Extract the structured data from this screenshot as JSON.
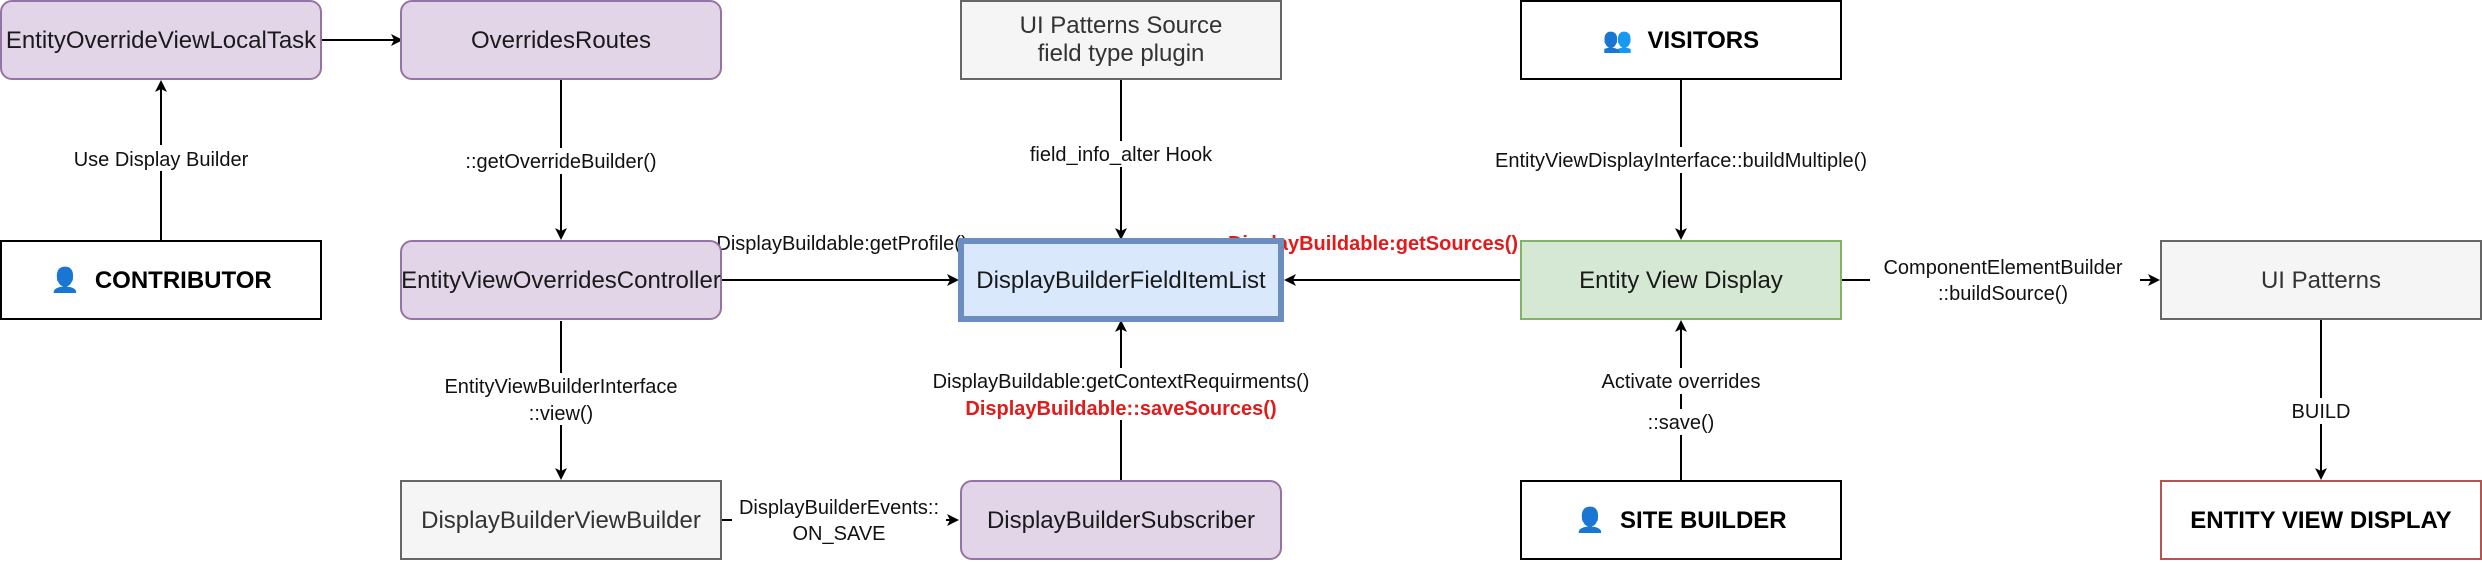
{
  "colors": {
    "purple_fill": "#e1d5e7",
    "purple_stroke": "#9673a6",
    "blue_fill": "#dae8fc",
    "blue_stroke": "#6c8ebf",
    "green_fill": "#d5e8d4",
    "green_stroke": "#82b366",
    "grey_fill": "#f5f5f5",
    "grey_stroke": "#666666",
    "white_fill": "#ffffff",
    "black_stroke": "#000000",
    "red_stroke": "#b85450",
    "red_text": "#e01b1b"
  },
  "nodes": {
    "local_task": {
      "label": "EntityOverrideViewLocalTask"
    },
    "overrides_routes": {
      "label": "OverridesRoutes"
    },
    "ui_patterns_source": {
      "line1": "UI Patterns Source",
      "line2": "field type plugin"
    },
    "visitors": {
      "icon": "👥",
      "label": "VISITORS"
    },
    "contributor": {
      "icon": "👤",
      "label": "CONTRIBUTOR"
    },
    "overrides_controller": {
      "label": "EntityViewOverridesController"
    },
    "field_item_list": {
      "label": "DisplayBuilderFieldItemList"
    },
    "entity_view_display": {
      "label": "Entity View Display"
    },
    "ui_patterns": {
      "label": "UI Patterns"
    },
    "view_builder": {
      "label": "DisplayBuilderViewBuilder"
    },
    "subscriber": {
      "label": "DisplayBuilderSubscriber"
    },
    "site_builder": {
      "icon": "👤",
      "label": "SITE BUILDER"
    },
    "entity_view_display_out": {
      "label": "ENTITY VIEW DISPLAY"
    }
  },
  "edges": {
    "use_display_builder": "Use Display Builder",
    "get_override_builder": "::getOverrideBuilder()",
    "field_info_alter": "field_info_alter Hook",
    "build_multiple": "EntityViewDisplayInterface::buildMultiple()",
    "get_profile": "DisplayBuildable:getProfile()",
    "get_sources": "DisplayBuildable:getSources()",
    "component_builder_1": "ComponentElementBuilder",
    "component_builder_2": "::buildSource()",
    "view_1": "EntityViewBuilderInterface",
    "view_2": "::view()",
    "get_context": "DisplayBuildable:getContextRequirments()",
    "save_sources": "DisplayBuildable::saveSources()",
    "activate_overrides": "Activate overrides",
    "save": "::save()",
    "build": "BUILD",
    "events_1": "DisplayBuilderEvents::",
    "events_2": "ON_SAVE"
  }
}
